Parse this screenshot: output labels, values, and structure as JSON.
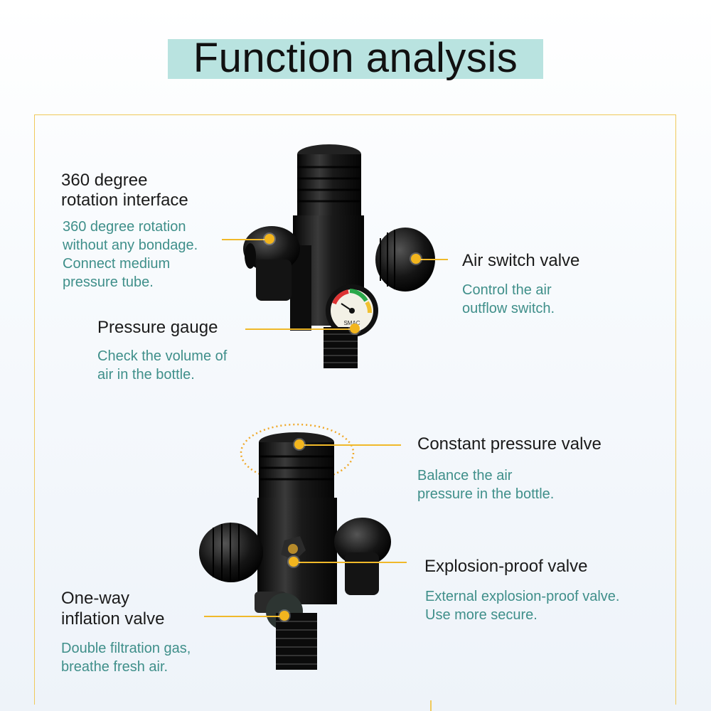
{
  "title": "Function analysis",
  "features": {
    "rotation_interface": {
      "label_line1": "360 degree",
      "label_line2": "rotation interface",
      "desc_line1": "360 degree rotation",
      "desc_line2": "without any bondage.",
      "desc_line3": "Connect medium",
      "desc_line4": "pressure tube."
    },
    "air_switch": {
      "label": "Air switch valve",
      "desc_line1": "Control the air",
      "desc_line2": "outflow switch."
    },
    "pressure_gauge": {
      "label": "Pressure gauge",
      "desc_line1": "Check the volume of",
      "desc_line2": "air in the bottle."
    },
    "constant_pressure": {
      "label": "Constant pressure valve",
      "desc_line1": "Balance the air",
      "desc_line2": "pressure in the bottle."
    },
    "explosion_proof": {
      "label": "Explosion-proof valve",
      "desc_line1": "External explosion-proof valve.",
      "desc_line2": "Use more secure."
    },
    "inflation_valve": {
      "label_line1": "One-way",
      "label_line2": "inflation valve",
      "desc_line1": "Double filtration gas,",
      "desc_line2": "breathe fresh air."
    }
  },
  "gauge_brand": "SMAC",
  "colors": {
    "title_band": "#b9e3e0",
    "frame": "#f0c95a",
    "callout": "#f2b51e",
    "desc_text": "#3f8f8a",
    "label_text": "#1b1b1b"
  }
}
